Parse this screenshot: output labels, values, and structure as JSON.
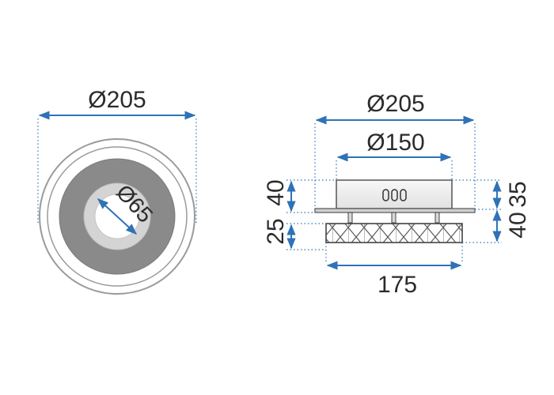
{
  "top_view": {
    "outer_diameter_label": "Ø205",
    "inner_diameter_label": "Ø65"
  },
  "side_view": {
    "top_diameter_label": "Ø205",
    "body_diameter_label": "Ø150",
    "crystal_width_label": "175",
    "left_upper_height_label": "40",
    "left_lower_height_label": "25",
    "right_upper_height_label": "35",
    "right_lower_height_label": "40"
  },
  "colors": {
    "dimension_line": "#2f72b7",
    "ring_gray": "#8a8a8a",
    "inner_gray": "#d4d4d4",
    "crystal": "#4a4a4a"
  }
}
